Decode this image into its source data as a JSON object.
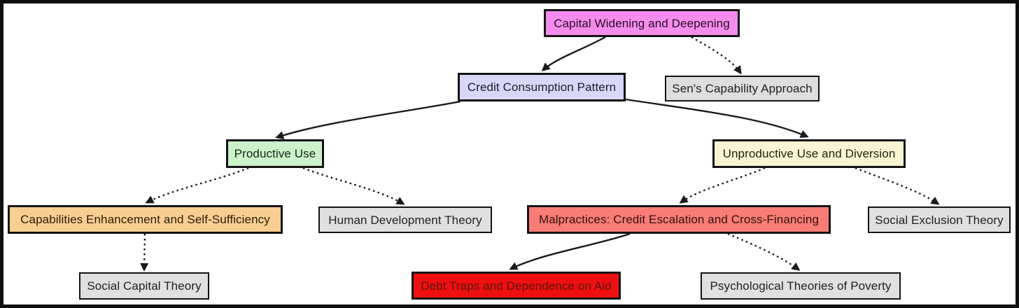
{
  "diagram": {
    "type": "flowchart",
    "nodes": {
      "capital": {
        "label": "Capital Widening and Deepening",
        "bg": "#f68bee",
        "fg": "#241022",
        "border": "thick"
      },
      "credit": {
        "label": "Credit Consumption Pattern",
        "bg": "#d9d7f8",
        "fg": "#1c1c2a",
        "border": "thick"
      },
      "sen": {
        "label": "Sen's Capability Approach",
        "bg": "#dedede",
        "fg": "#1f1f1f",
        "border": "thin"
      },
      "productive": {
        "label": "Productive Use",
        "bg": "#ccf2cc",
        "fg": "#152415",
        "border": "thick"
      },
      "unproductive": {
        "label": "Unproductive Use and Diversion",
        "bg": "#f9f4d1",
        "fg": "#232310",
        "border": "thick"
      },
      "capabilities": {
        "label": "Capabilities Enhancement and Self-Sufficiency",
        "bg": "#f8cf90",
        "fg": "#2b1d08",
        "border": "thick"
      },
      "humandev": {
        "label": "Human Development Theory",
        "bg": "#e0e0e0",
        "fg": "#1f1f1f",
        "border": "thin"
      },
      "malpractices": {
        "label": "Malpractices: Credit Escalation and Cross-Financing",
        "bg": "#f97c76",
        "fg": "#33120f",
        "border": "thick"
      },
      "exclusion": {
        "label": "Social Exclusion Theory",
        "bg": "#e0e0e0",
        "fg": "#1f1f1f",
        "border": "thin"
      },
      "socialcapital": {
        "label": "Social Capital Theory",
        "bg": "#e0e0e0",
        "fg": "#1f1f1f",
        "border": "thin"
      },
      "debttraps": {
        "label": "Debt Traps and Dependence on Aid",
        "bg": "#ee1010",
        "fg": "#5c1414",
        "border": "thick"
      },
      "psych": {
        "label": "Psychological Theories of Poverty",
        "bg": "#e0e0e0",
        "fg": "#1f1f1f",
        "border": "thin"
      }
    },
    "edges": [
      {
        "from": "capital",
        "to": "credit",
        "style": "solid"
      },
      {
        "from": "capital",
        "to": "sen",
        "style": "dotted"
      },
      {
        "from": "credit",
        "to": "productive",
        "style": "solid"
      },
      {
        "from": "credit",
        "to": "unproductive",
        "style": "solid"
      },
      {
        "from": "productive",
        "to": "capabilities",
        "style": "dotted"
      },
      {
        "from": "productive",
        "to": "humandev",
        "style": "dotted"
      },
      {
        "from": "capabilities",
        "to": "socialcapital",
        "style": "dotted"
      },
      {
        "from": "unproductive",
        "to": "malpractices",
        "style": "dotted"
      },
      {
        "from": "unproductive",
        "to": "exclusion",
        "style": "dotted"
      },
      {
        "from": "malpractices",
        "to": "debttraps",
        "style": "solid"
      },
      {
        "from": "malpractices",
        "to": "psych",
        "style": "dotted"
      }
    ],
    "colors": {
      "line": "#1a1a1a",
      "frame": "#101010",
      "background": "#ffffff"
    }
  }
}
